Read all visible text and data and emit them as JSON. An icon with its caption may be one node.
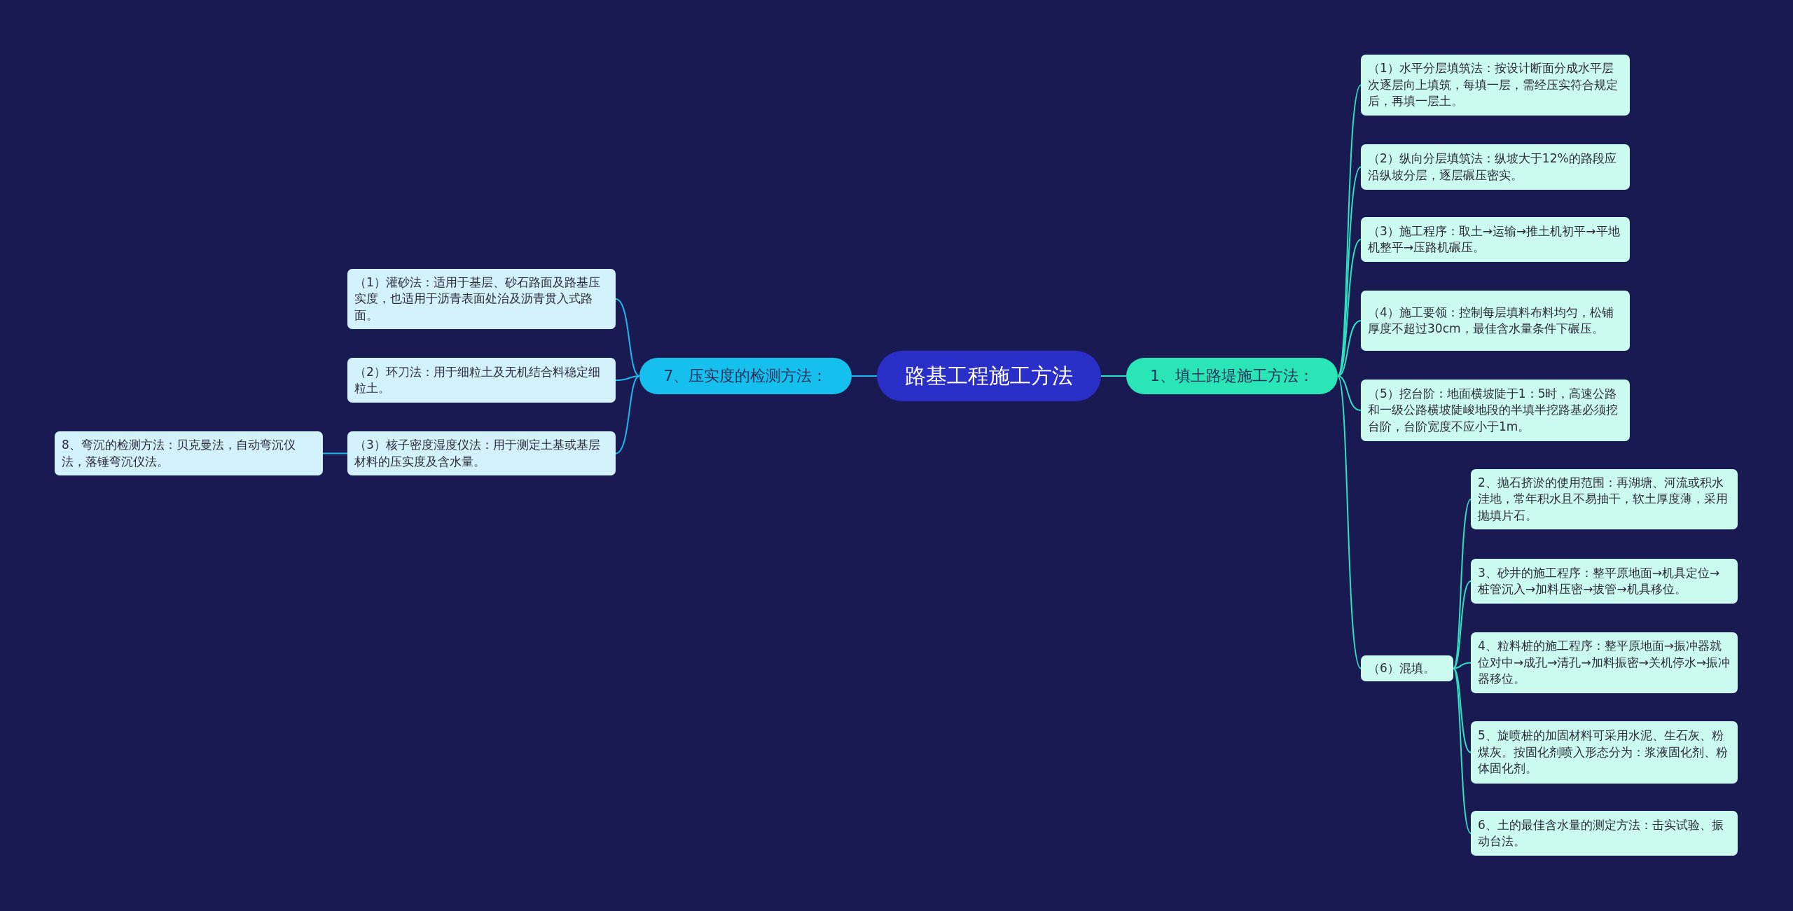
{
  "diagram": {
    "nodes": [
      {
        "text": [
          "路基工程施工方法"
        ]
      },
      {
        "text": [
          "1、填土路堤施工方法："
        ]
      },
      {
        "text": [
          "（1）水平分层填筑法：按设计断面分成水平层次逐层向上填筑，每填一层，需经压实符合规定后，再填一层土。"
        ]
      },
      {
        "text": [
          "（2）纵向分层填筑法：纵坡大于12%的路段应沿纵坡分层，逐层碾压密实。"
        ]
      },
      {
        "text": [
          "（3）施工程序：取土→运输→推土机初平→平地机整平→压路机碾压。"
        ]
      },
      {
        "text": [
          "（4）施工要领：控制每层填料布料均匀，松铺厚度不超过30cm，最佳含水量条件下碾压。"
        ]
      },
      {
        "text": [
          "（5）挖台阶：地面横坡陡于1：5时，高速公路和一级公路横坡陡峻地段的半填半挖路基必须挖台阶，台阶宽度不应小于1m。"
        ]
      },
      {
        "text": [
          "（6）混填。"
        ]
      },
      {
        "text": [
          "2、抛石挤淤的使用范围：再湖塘、河流或积水洼地，常年积水且不易抽干，软土厚度薄，采用抛填片石。"
        ]
      },
      {
        "text": [
          "3、砂井的施工程序：整平原地面→机具定位→桩管沉入→加料压密→拔管→机具移位。"
        ]
      },
      {
        "text": [
          "4、粒料桩的施工程序：整平原地面→振冲器就位对中→成孔→清孔→加料振密→关机停水→振冲器移位。"
        ]
      },
      {
        "text": [
          "5、旋喷桩的加固材料可采用水泥、生石灰、粉煤灰。按固化剂喷入形态分为：浆液固化剂、粉体固化剂。"
        ]
      },
      {
        "text": [
          "6、土的最佳含水量的测定方法：击实试验、振动台法。"
        ]
      },
      {
        "text": [
          "7、压实度的检测方法："
        ]
      },
      {
        "text": [
          "（1）灌砂法：适用于基层、砂石路面及路基压实度，也适用于沥青表面处治及沥青贯入式路面。"
        ]
      },
      {
        "text": [
          "（2）环刀法：用于细粒土及无机结合料稳定细粒土。"
        ]
      },
      {
        "text": [
          "（3）核子密度湿度仪法：用于测定土基或基层材料的压实度及含水量。"
        ]
      },
      {
        "text": [
          "8、弯沉的检测方法：贝克曼法，自动弯沉仪法，落锤弯沉仪法。"
        ]
      }
    ],
    "edges": [
      {
        "from": 0,
        "to": 1,
        "arrow": "none"
      },
      {
        "from": 1,
        "to": 2,
        "arrow": "none"
      },
      {
        "from": 1,
        "to": 3,
        "arrow": "none"
      },
      {
        "from": 1,
        "to": 4,
        "arrow": "none"
      },
      {
        "from": 1,
        "to": 5,
        "arrow": "none"
      },
      {
        "from": 1,
        "to": 6,
        "arrow": "none"
      },
      {
        "from": 1,
        "to": 7,
        "arrow": "none"
      },
      {
        "from": 7,
        "to": 8,
        "arrow": "none"
      },
      {
        "from": 7,
        "to": 9,
        "arrow": "none"
      },
      {
        "from": 7,
        "to": 10,
        "arrow": "none"
      },
      {
        "from": 7,
        "to": 11,
        "arrow": "none"
      },
      {
        "from": 7,
        "to": 12,
        "arrow": "none"
      },
      {
        "from": 0,
        "to": 13,
        "arrow": "none",
        "color": "#1fb8ec"
      },
      {
        "from": 13,
        "to": 14,
        "arrow": "none",
        "color": "#1fb8ec"
      },
      {
        "from": 13,
        "to": 15,
        "arrow": "none",
        "color": "#1fb8ec"
      },
      {
        "from": 13,
        "to": 16,
        "arrow": "none",
        "color": "#1fb8ec"
      },
      {
        "from": 16,
        "to": 17,
        "arrow": "none",
        "color": "#1fb8ec"
      }
    ]
  }
}
